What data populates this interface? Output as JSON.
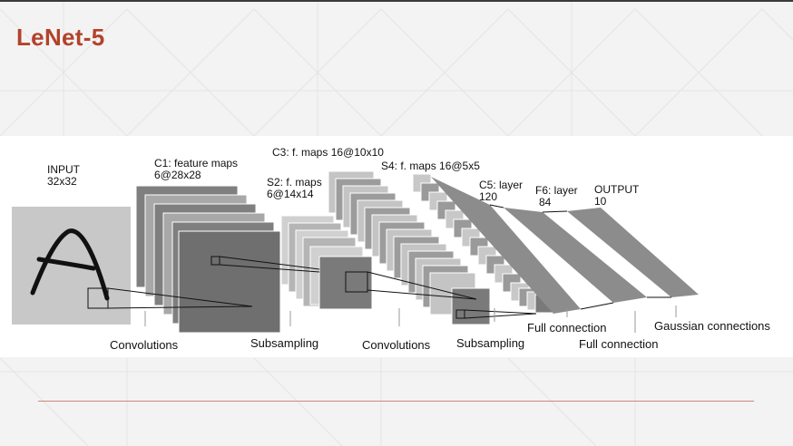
{
  "slide": {
    "title": "LeNet-5",
    "accent_color": "#b2432b",
    "rule_color": "#c98a7a"
  },
  "diagram": {
    "layers": {
      "input": {
        "name": "INPUT",
        "size": "32x32"
      },
      "c1": {
        "name": "C1: feature maps",
        "size": "6@28x28"
      },
      "s2": {
        "name": "S2: f. maps",
        "size": "6@14x14"
      },
      "c3": {
        "name": "C3: f. maps 16@10x10"
      },
      "s4": {
        "name": "S4: f. maps 16@5x5"
      },
      "c5": {
        "name": "C5: layer",
        "size": "120"
      },
      "f6": {
        "name": "F6: layer",
        "size": "84"
      },
      "output": {
        "name": "OUTPUT",
        "size": "10"
      }
    },
    "operations": {
      "conv1": "Convolutions",
      "sub1": "Subsampling",
      "conv2": "Convolutions",
      "sub2": "Subsampling",
      "full1": "Full connection",
      "full2": "Full connection",
      "gauss": "Gaussian connections"
    }
  }
}
